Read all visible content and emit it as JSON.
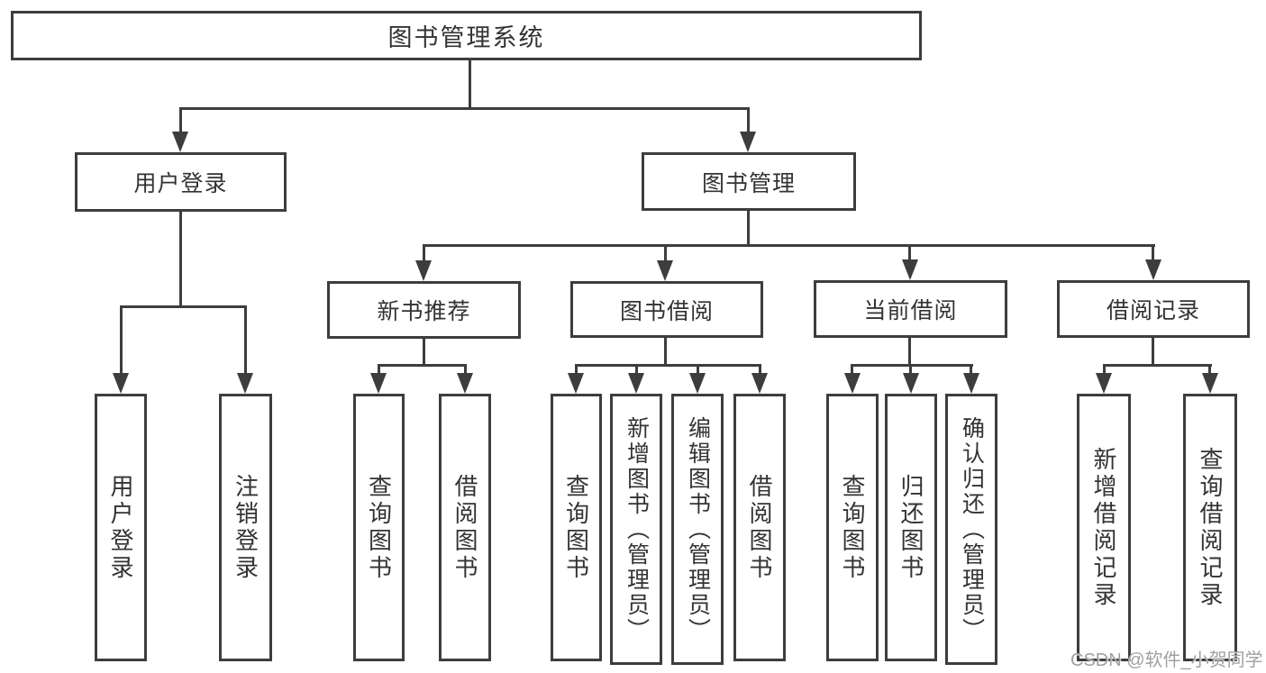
{
  "root": {
    "label": "图书管理系统"
  },
  "level2": {
    "user_login": "用户登录",
    "book_mgmt": "图书管理"
  },
  "level3": {
    "new_book": "新书推荐",
    "book_borrow": "图书借阅",
    "current_borrow": "当前借阅",
    "borrow_record": "借阅记录"
  },
  "leaves": {
    "user_login": [
      "用户登录",
      "注销登录"
    ],
    "new_book": [
      "查询图书",
      "借阅图书"
    ],
    "book_borrow": [
      "查询图书",
      "新增图书（管理员）",
      "编辑图书（管理员）",
      "借阅图书"
    ],
    "current_borrow": [
      "查询图书",
      "归还图书",
      "确认归还（管理员）"
    ],
    "borrow_record": [
      "新增借阅记录",
      "查询借阅记录"
    ]
  },
  "watermark": "CSDN @软件_小贺同学",
  "colors": {
    "line": "#3d3d3d",
    "text": "#333333",
    "background": "#ffffff",
    "watermark": "#a0a0a0"
  }
}
